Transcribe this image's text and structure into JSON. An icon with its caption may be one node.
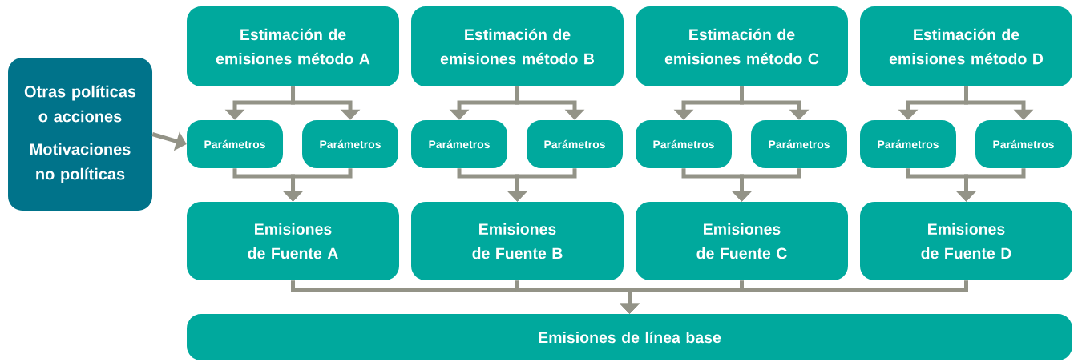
{
  "diagram": {
    "nodes": [
      {
        "text": [
          "Otras políticas o acciones",
          "Motivaciones no políticas"
        ]
      },
      {
        "text": [
          "Estimación de emisiones método A"
        ]
      },
      {
        "text": [
          "Estimación de emisiones método B"
        ]
      },
      {
        "text": [
          "Estimación de emisiones método C"
        ]
      },
      {
        "text": [
          "Estimación de emisiones método D"
        ]
      },
      {
        "text": [
          "Parámetros"
        ]
      },
      {
        "text": [
          "Parámetros"
        ]
      },
      {
        "text": [
          "Parámetros"
        ]
      },
      {
        "text": [
          "Parámetros"
        ]
      },
      {
        "text": [
          "Parámetros"
        ]
      },
      {
        "text": [
          "Parámetros"
        ]
      },
      {
        "text": [
          "Parámetros"
        ]
      },
      {
        "text": [
          "Parámetros"
        ]
      },
      {
        "text": [
          "Emisiones de Fuente A"
        ]
      },
      {
        "text": [
          "Emisiones de Fuente B"
        ]
      },
      {
        "text": [
          "Emisiones de Fuente C"
        ]
      },
      {
        "text": [
          "Emisiones de Fuente D"
        ]
      },
      {
        "text": [
          "Emisiones de línea base"
        ]
      }
    ],
    "edges": [
      {
        "from": 0,
        "to": 5,
        "arrow": "to"
      },
      {
        "from": 1,
        "to": 5,
        "arrow": "to"
      },
      {
        "from": 1,
        "to": 6,
        "arrow": "to"
      },
      {
        "from": 2,
        "to": 7,
        "arrow": "to"
      },
      {
        "from": 2,
        "to": 8,
        "arrow": "to"
      },
      {
        "from": 3,
        "to": 9,
        "arrow": "to"
      },
      {
        "from": 3,
        "to": 10,
        "arrow": "to"
      },
      {
        "from": 4,
        "to": 11,
        "arrow": "to"
      },
      {
        "from": 4,
        "to": 12,
        "arrow": "to"
      },
      {
        "from": 5,
        "to": 13,
        "arrow": "to"
      },
      {
        "from": 6,
        "to": 13,
        "arrow": "to"
      },
      {
        "from": 7,
        "to": 14,
        "arrow": "to"
      },
      {
        "from": 8,
        "to": 14,
        "arrow": "to"
      },
      {
        "from": 9,
        "to": 15,
        "arrow": "to"
      },
      {
        "from": 10,
        "to": 15,
        "arrow": "to"
      },
      {
        "from": 11,
        "to": 16,
        "arrow": "to"
      },
      {
        "from": 12,
        "to": 16,
        "arrow": "to"
      },
      {
        "from": 13,
        "to": 17,
        "arrow": "to"
      },
      {
        "from": 14,
        "to": 17,
        "arrow": "to"
      },
      {
        "from": 15,
        "to": 17,
        "arrow": "to"
      },
      {
        "from": 16,
        "to": 17,
        "arrow": "to"
      }
    ]
  }
}
